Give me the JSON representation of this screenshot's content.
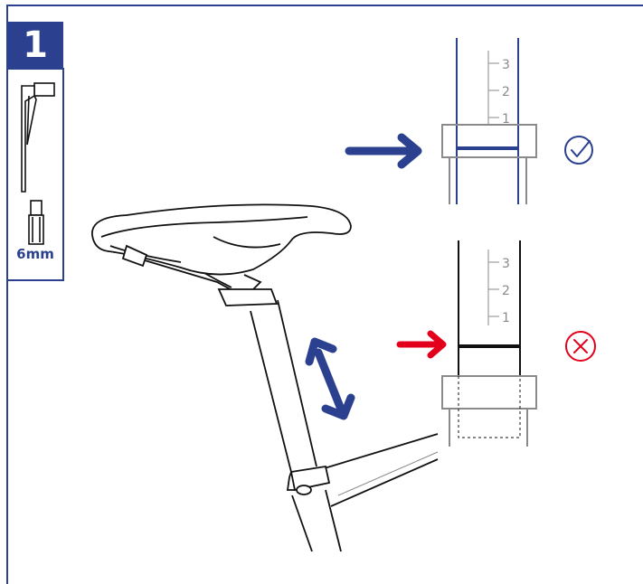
{
  "step": {
    "number": "1"
  },
  "tool": {
    "size_label": "6mm"
  },
  "gauge_top": {
    "ticks": [
      "3",
      "2",
      "1"
    ]
  },
  "gauge_bottom": {
    "ticks": [
      "3",
      "2",
      "1"
    ]
  },
  "colors": {
    "brand_blue": "#2b4190",
    "error_red": "#e3001b",
    "outline": "#111111",
    "grey": "#8a8a8a"
  },
  "icons": {
    "correct": "check-circle-icon",
    "wrong": "x-circle-icon",
    "adjust": "double-arrow-icon"
  }
}
